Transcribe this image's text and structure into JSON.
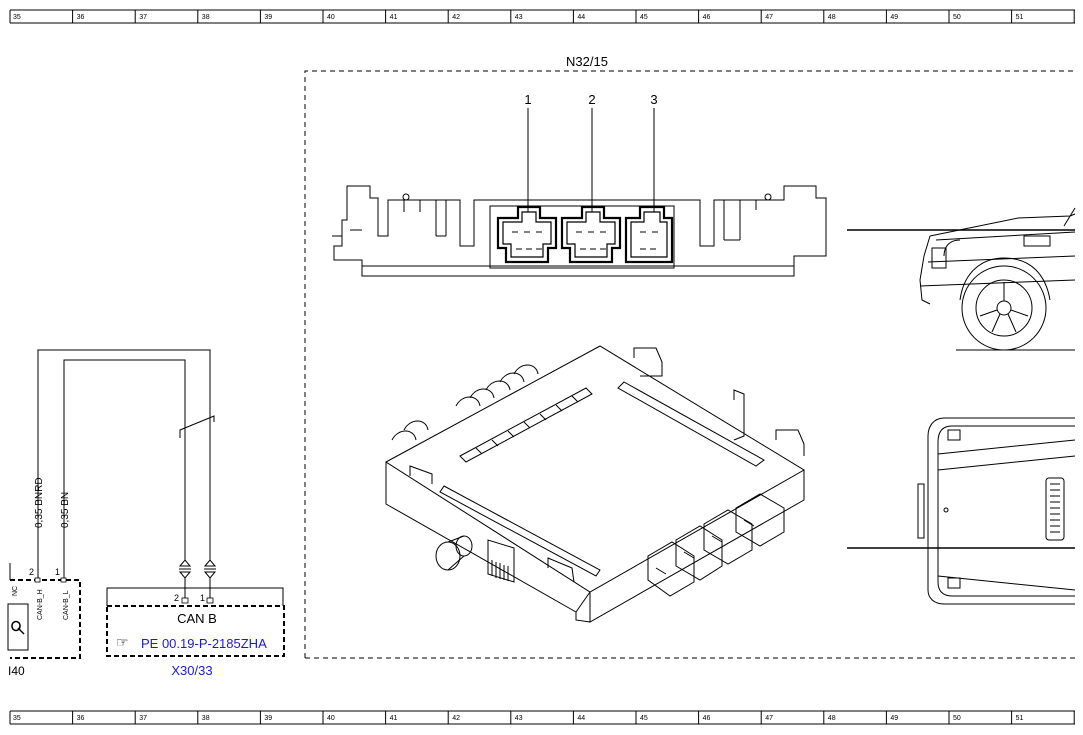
{
  "ruler": {
    "columns": [
      "35",
      "36",
      "37",
      "38",
      "39",
      "40",
      "41",
      "42",
      "43",
      "44",
      "45",
      "46",
      "47",
      "48",
      "49",
      "50",
      "51"
    ]
  },
  "module": {
    "designation": "N32/15",
    "connector_labels": [
      "1",
      "2",
      "3"
    ]
  },
  "wires": {
    "left_wire_1": "0,35 BNRD",
    "left_wire_2": "0,35 BN"
  },
  "left_block": {
    "pin_2": "2",
    "pin_1": "1",
    "nc_label": "NC",
    "can_h_label": "CAN-B_H",
    "can_l_label": "CAN-B_L",
    "component_id": "I40"
  },
  "can_block": {
    "pin_2": "2",
    "pin_1": "1",
    "title": "CAN B",
    "reference": "PE 00.19-P-2185ZHA",
    "connector_id": "X30/33"
  },
  "colors": {
    "link": "#1a1acc",
    "line": "#000000"
  }
}
